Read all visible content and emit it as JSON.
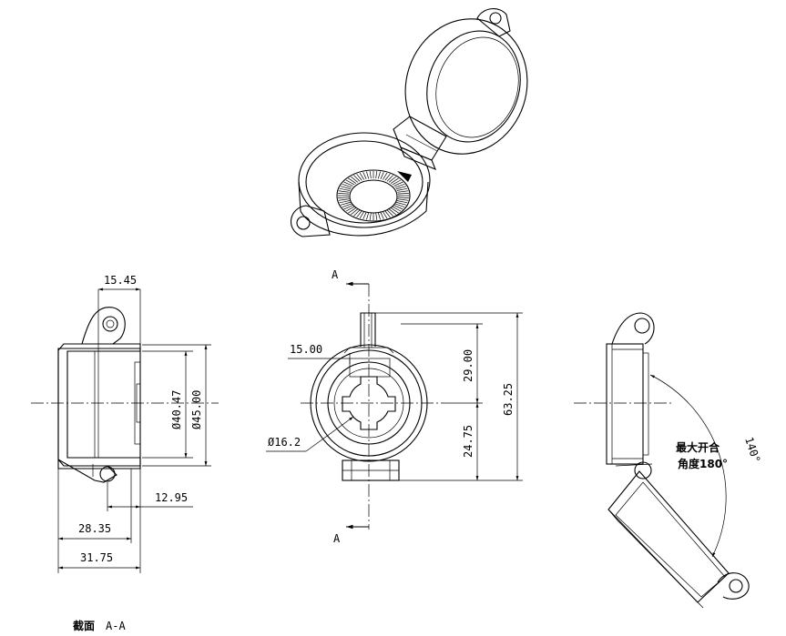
{
  "section_labels": {
    "cut_top": "A",
    "cut_bottom": "A",
    "caption_cn": "截面",
    "caption_id": "A-A"
  },
  "dimensions": {
    "d_15_45": "15.45",
    "d_40_47": "Ø40.47",
    "d_45_00": "Ø45.00",
    "d_12_95": "12.95",
    "d_28_35": "28.35",
    "d_31_75": "31.75",
    "d_15_00": "15.00",
    "d_29_00": "29.00",
    "d_24_75": "24.75",
    "d_63_25": "63.25",
    "d_16_2": "Ø16.2",
    "d_140": "140°"
  },
  "annotation": {
    "line1": "最大开合",
    "line2": "角度180°"
  }
}
